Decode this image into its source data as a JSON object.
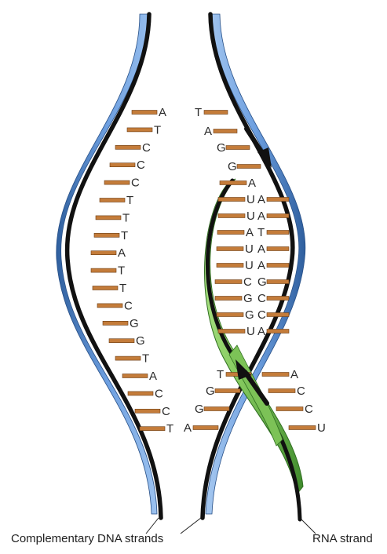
{
  "captions": {
    "dna_strands": "Complementary DNA strands",
    "rna_strand": "RNA strand"
  },
  "colors": {
    "ribbon_blue": "#5d8fd0",
    "ribbon_blue_dark": "#2f5f9e",
    "rna_green": "#8ed06a",
    "rna_green_dark": "#3f8a2c",
    "base_bar": "#c47c3a",
    "backbone": "#111111"
  },
  "strands": {
    "left_dna": [
      "A",
      "T",
      "C",
      "C",
      "C",
      "T",
      "T",
      "T",
      "A",
      "T",
      "T",
      "C",
      "G",
      "G",
      "T",
      "A",
      "C",
      "C",
      "T"
    ],
    "right_dna_top": [
      "T",
      "A",
      "G",
      "G"
    ],
    "rna_inner": [
      "A",
      "U",
      "U",
      "A",
      "U",
      "U",
      "C",
      "G",
      "G",
      "U"
    ],
    "right_dna_middle": [
      "A",
      "A",
      "T",
      "A",
      "A",
      "G",
      "C",
      "C",
      "A"
    ],
    "right_dna_bottom_left": [
      "T",
      "G",
      "G",
      "A"
    ],
    "rna_outer": [
      "A",
      "C",
      "C",
      "U"
    ]
  }
}
